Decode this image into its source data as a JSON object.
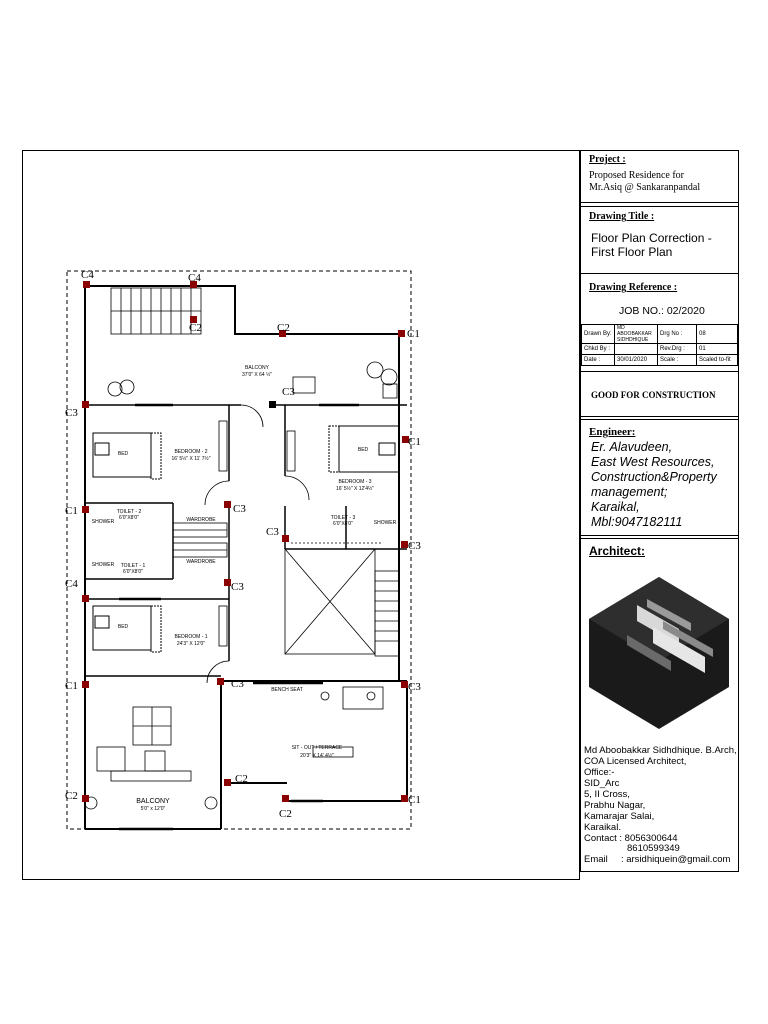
{
  "title_block": {
    "project_label": "Project :",
    "project_line1": "Proposed Residence for",
    "project_line2": "Mr.Asiq @ Sankaranpandal",
    "drawing_title_label": "Drawing Title :",
    "drawing_title_line1": "Floor Plan Correction -",
    "drawing_title_line2": "First Floor Plan",
    "drawing_ref_label": "Drawing  Reference :",
    "job_no": "JOB NO.: 02/2020",
    "drawn_by_label": "Drawn By:",
    "drawn_by_value": "MD ABOOBAKKAR SIDHDHIQUE",
    "drg_no_label": "Drg No :",
    "drg_no_value": "08",
    "chkd_by_label": "Chkd By :",
    "chkd_by_value": "",
    "rev_drg_label": "Rev.Drg :",
    "rev_drg_value": "01",
    "date_label": "Date :",
    "date_value": "30/01/2020",
    "scale_label": "Scale :",
    "scale_value": "Scaled to-fit",
    "status": "GOOD FOR CONSTRUCTION",
    "engineer_label": "Engineer:",
    "engineer_lines": [
      "Er. Alavudeen,",
      "East West Resources,",
      "Construction&Property",
      "management;",
      "Karaikal,",
      "Mbl:9047182111"
    ],
    "architect_label": "Architect:",
    "architect_lines": [
      "Md Aboobakkar Sidhdhique. B.Arch,",
      "COA Licensed Architect,",
      "Office:-",
      "SID_Arc",
      "5, II Cross,",
      "Prabhu Nagar,",
      "Kamarajar Salai,",
      "Karaikal.",
      "Contact : 8056300644",
      "8610599349",
      "Email     : arsidhiquein@gmail.com"
    ]
  },
  "plan": {
    "columns": [
      "C4",
      "C4",
      "C2",
      "C2",
      "C1",
      "C3",
      "C3",
      "C1",
      "C1",
      "C3",
      "C3",
      "C3",
      "C4",
      "C3",
      "C1",
      "C3",
      "C3",
      "C2",
      "C2",
      "C1",
      "C2"
    ],
    "rooms": {
      "balcony_top": "BALCONY",
      "balcony_top_dim": "37'0\" X 64 ½\"",
      "bedroom2": "BEDROOM - 2",
      "bedroom2_dim": "16' 5½\" X 11' 7½\"",
      "bedroom3": "BEDROOM - 3",
      "bedroom3_dim": "16' 5½\" X 12'4½\"",
      "toilet2": "TOILET - 2",
      "toilet2_dim": "6'0\"X8'0\"",
      "toilet1": "TOILET - 1",
      "toilet1_dim": "6'0\"X8'0\"",
      "toilet3": "TOILET - 3",
      "toilet3_dim": "6'0\"X6'0\"",
      "shower": "SHOWER",
      "wardrobe": "WARDROBE",
      "bedroom1": "BEDROOM - 1",
      "bedroom1_dim": "24'3\" X 12'0\"",
      "sitout": "SIT - OUT / TERRACE",
      "sitout_dim": "20'3\" X 14' 4½\"",
      "bench_seat": "BENCH SEAT",
      "balcony_bottom": "BALCONY",
      "balcony_bottom_dim": "5'0\" x 12'0\"",
      "bed": "BED"
    }
  }
}
